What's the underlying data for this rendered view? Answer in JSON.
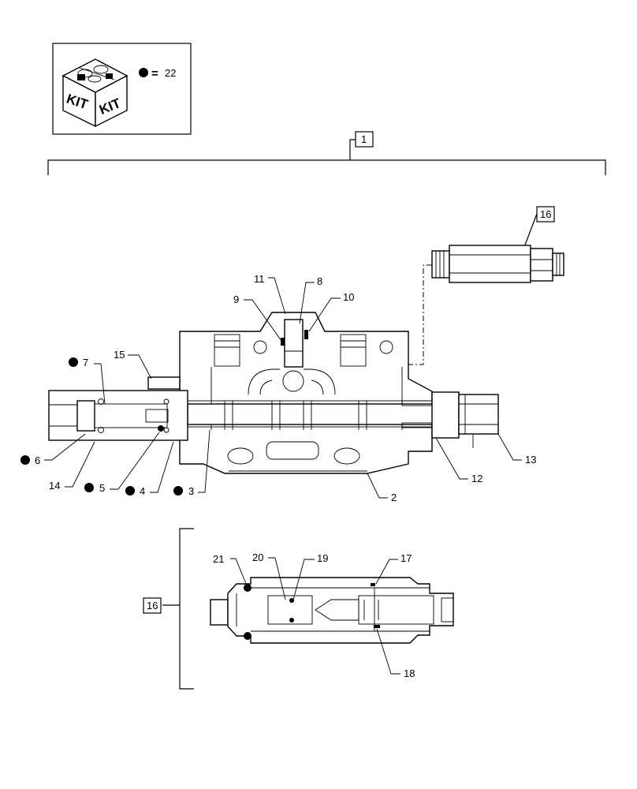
{
  "kit": {
    "icon_text": [
      "KIT",
      "KIT"
    ],
    "legend_marker": "black-dot-icon",
    "legend_equals": "=",
    "legend_value": "22"
  },
  "assembly_box": {
    "main": "1",
    "sub": "16"
  },
  "callouts": {
    "p2": "2",
    "p3": "3",
    "p4": "4",
    "p5": "5",
    "p6": "6",
    "p7": "7",
    "p8": "8",
    "p9": "9",
    "p10": "10",
    "p11": "11",
    "p12": "12",
    "p13": "13",
    "p14": "14",
    "p15": "15",
    "p16": "16",
    "p17": "17",
    "p18": "18",
    "p19": "19",
    "p20": "20",
    "p21": "21"
  },
  "kit_marked_parts": [
    "3",
    "4",
    "5",
    "6",
    "7"
  ]
}
